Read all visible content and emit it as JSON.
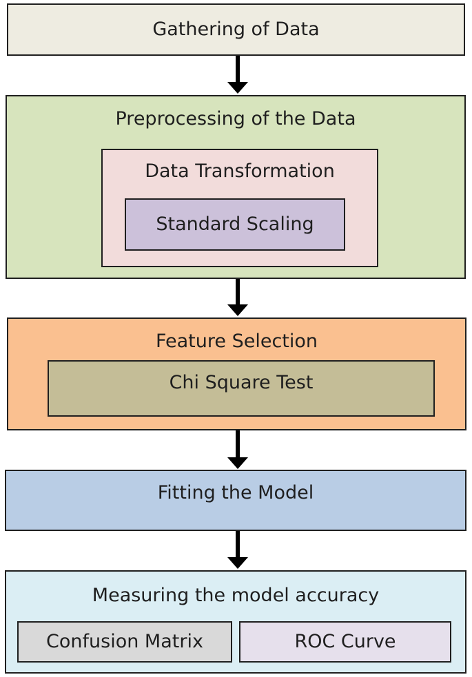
{
  "steps": {
    "gathering": {
      "label": "Gathering of Data"
    },
    "preprocessing": {
      "label": "Preprocessing of the Data",
      "transformation": {
        "label": "Data Transformation",
        "scaling": {
          "label": "Standard Scaling"
        }
      }
    },
    "feature_selection": {
      "label": "Feature Selection",
      "chi_square": {
        "label": "Chi Square Test"
      }
    },
    "fitting": {
      "label": "Fitting the Model"
    },
    "measuring": {
      "label": "Measuring the model accuracy",
      "confusion": {
        "label": "Confusion Matrix"
      },
      "roc": {
        "label": "ROC Curve"
      }
    }
  },
  "colors": {
    "gathering": "#eeece1",
    "preprocessing": "#d7e4bd",
    "transformation": "#f2dcdb",
    "scaling": "#ccc1da",
    "feature_selection": "#fac090",
    "chi_square": "#c4bd97",
    "fitting": "#b9cde5",
    "measuring": "#dbeef4",
    "confusion": "#d9d9d9",
    "roc": "#e6e0ec"
  }
}
